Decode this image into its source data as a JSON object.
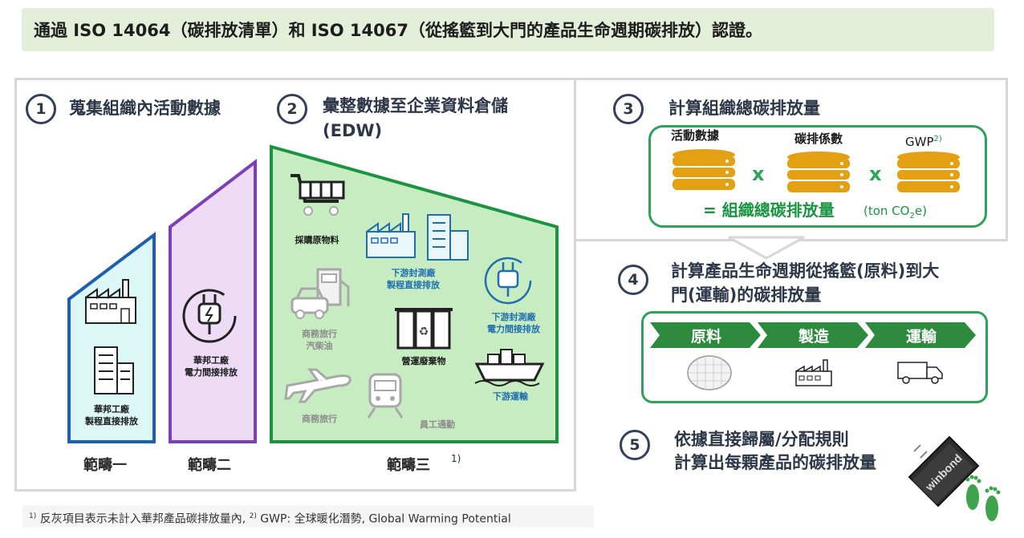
{
  "banner": {
    "text": "通過 ISO 14064（碳排放清單）和 ISO 14067（從搖籃到大門的產品生命週期碳排放）認證。"
  },
  "steps": {
    "s1": {
      "num": "1",
      "title": "蒐集組織內活動數據"
    },
    "s2": {
      "num": "2",
      "title_line1": "彙整數據至企業資料倉儲",
      "title_line2": "(EDW)"
    },
    "s3": {
      "num": "3",
      "title": "計算組織總碳排放量"
    },
    "s4": {
      "num": "4",
      "title_line1": "計算產品生命週期從搖籃(原料)到大",
      "title_line2": "門(運輸)的碳排放量"
    },
    "s5": {
      "num": "5",
      "title_line1": "依據直接歸屬/分配規則",
      "title_line2": "計算出每顆產品的碳排放量"
    }
  },
  "scopes": {
    "scope1": {
      "label": "範疇一",
      "item_line1": "華邦工廠",
      "item_line2": "製程直接排放",
      "color": "#1e5fb0"
    },
    "scope2": {
      "label": "範疇二",
      "item_line1": "華邦工廠",
      "item_line2": "電力間接排放",
      "color": "#7c3fb8"
    },
    "scope3": {
      "label": "範疇三",
      "label_sup": "1)",
      "color": "#1a9440",
      "items": {
        "purchase": "採購原物料",
        "downstream_process_1": "下游封測廠",
        "downstream_process_2": "製程直接排放",
        "business_car_1": "商務旅行",
        "business_car_2": "汽柴油",
        "downstream_power_1": "下游封測廠",
        "downstream_power_2": "電力間接排放",
        "waste": "營運廢棄物",
        "business_flight": "商務旅行",
        "commute": "員工通勤",
        "downstream_transport": "下游運輸"
      }
    }
  },
  "formula": {
    "activity": "活動數據",
    "factor": "碳排係數",
    "gwp": "GWP",
    "gwp_sup": "2)",
    "times": "x",
    "result": "= 組織總碳排放量",
    "unit_pre": "(ton CO",
    "unit_sub": "2",
    "unit_post": "e)"
  },
  "lifecycle": {
    "stages": [
      "原料",
      "製造",
      "運輸"
    ],
    "color": "#2e8b3e"
  },
  "chip": {
    "brand": "winbond"
  },
  "footnote": {
    "sup1": "1)",
    "text1": " 反灰項目表示未計入華邦產品碳排放量內, ",
    "sup2": "2)",
    "text2": " GWP: 全球暖化潛勢, Global Warming Potential"
  }
}
